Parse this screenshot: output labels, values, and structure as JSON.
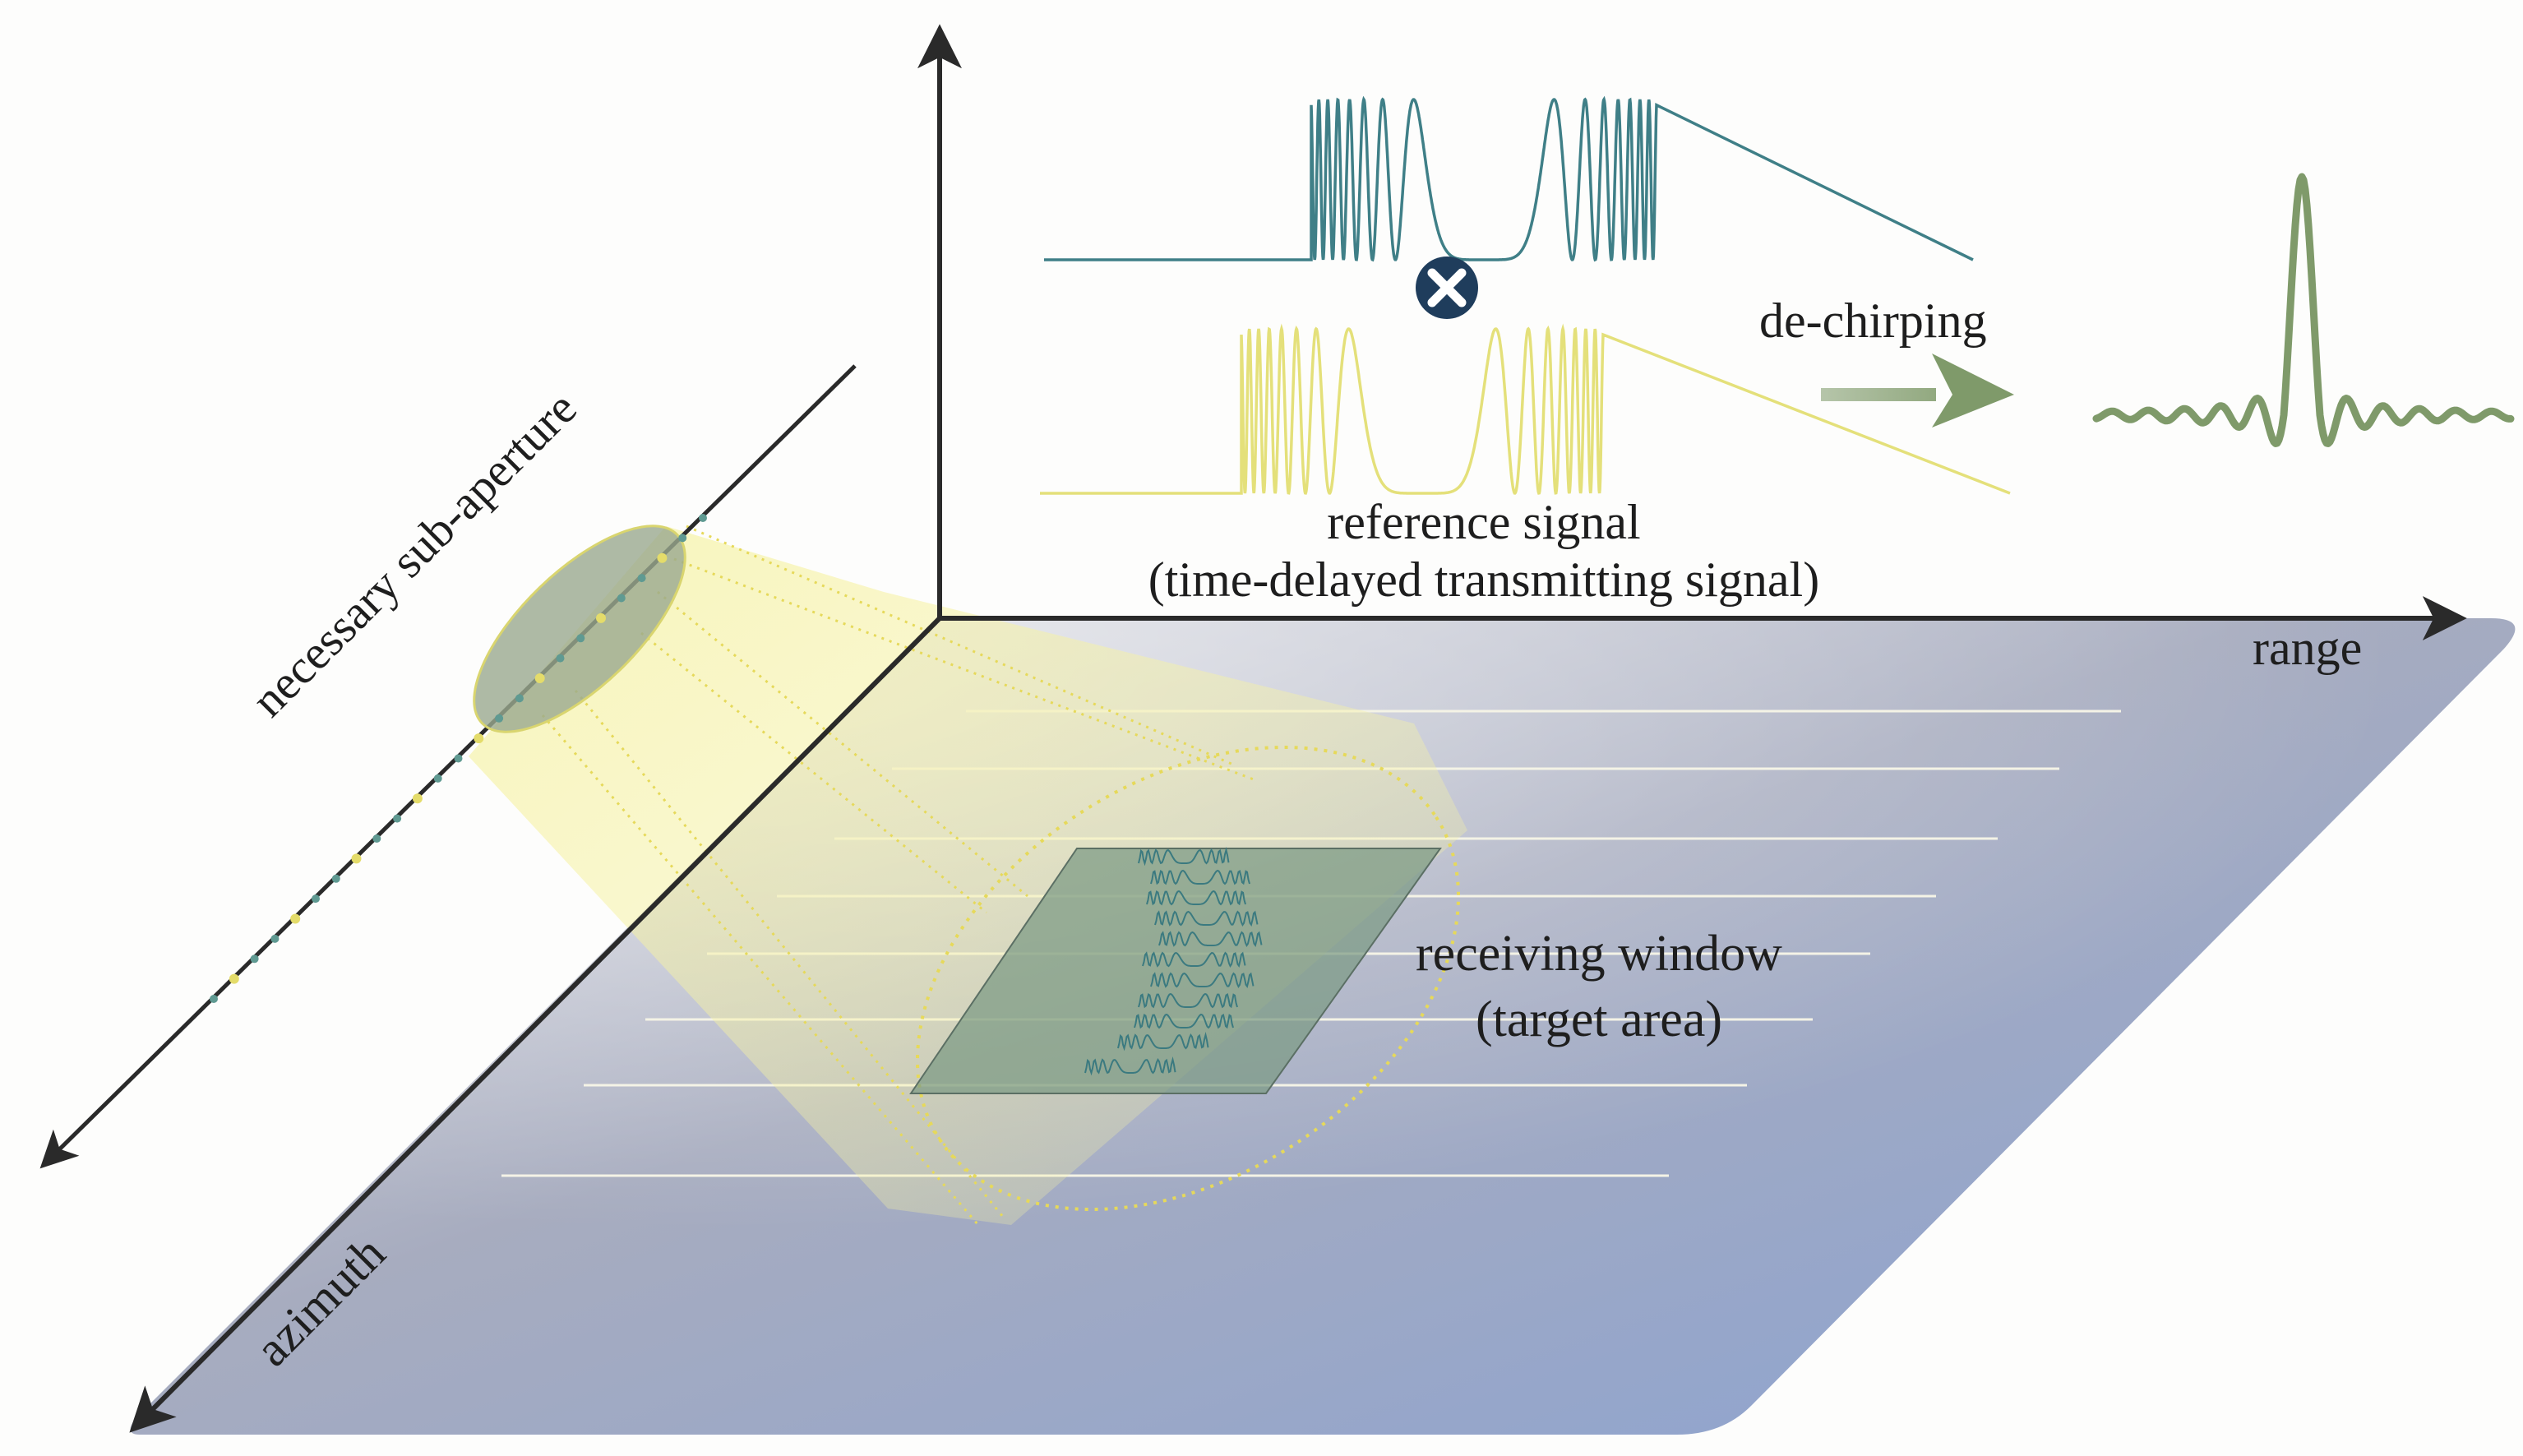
{
  "labels": {
    "range": "range",
    "azimuth": "azimuth",
    "sub_aperture": "necessary sub-aperture",
    "de_chirping": "de-chirping",
    "reference_signal": "reference signal",
    "reference_signal_note": "(time-delayed transmitting signal)",
    "receiving_window": "receiving window",
    "target_area": "(target area)"
  },
  "icons": {
    "mixer": "multiply-icon",
    "arrow": "arrow-right-icon"
  },
  "colors": {
    "received_signal": "#3f7f87",
    "reference_signal": "#e4e07a",
    "output_pulse": "#7f9a6a",
    "ground_plane_light": "#dcdee2",
    "ground_plane_dark": "#8a9ec9",
    "beam": "#f3efa6",
    "axis": "#2a2a2a"
  }
}
